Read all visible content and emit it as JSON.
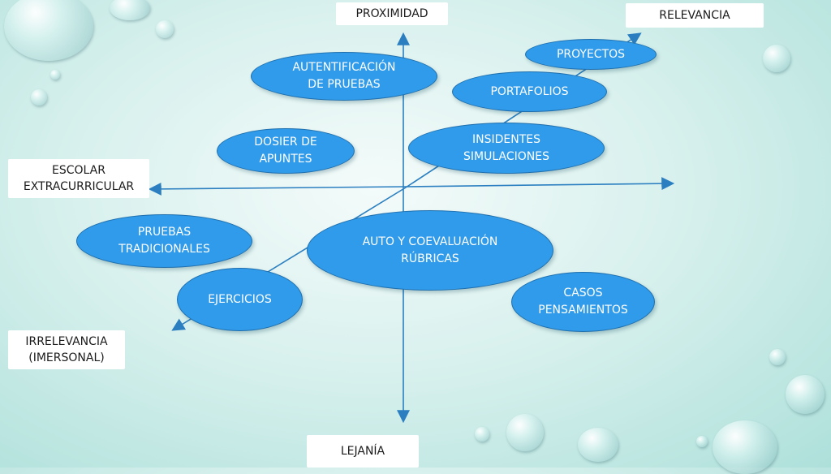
{
  "axes": {
    "top": "PROXIMIDAD",
    "bottom": "LEJANÍA",
    "left": "ESCOLAR\nEXTRACURRICULAR",
    "top_right": "RELEVANCIA",
    "bottom_left": "IRRELEVANCIA\n(IMERSONAL)"
  },
  "items": {
    "autentificacion": "AUTENTIFICACIÓN\nDE PRUEBAS",
    "dosier": "DOSIER DE\nAPUNTES",
    "proyectos": "PROYECTOS",
    "portafolios": "PORTAFOLIOS",
    "insidentes": "INSIDENTES\nSIMULACIONES",
    "pruebas": "PRUEBAS\nTRADICIONALES",
    "auto": "AUTO Y COEVALUACIÓN\nRÚBRICAS",
    "ejercicios": "EJERCICIOS",
    "casos": "CASOS\nPENSAMIENTOS"
  },
  "colors": {
    "ellipse_fill": "#2f9bea",
    "axis_line": "#2b7fc0",
    "background": "#d9f1ee"
  }
}
